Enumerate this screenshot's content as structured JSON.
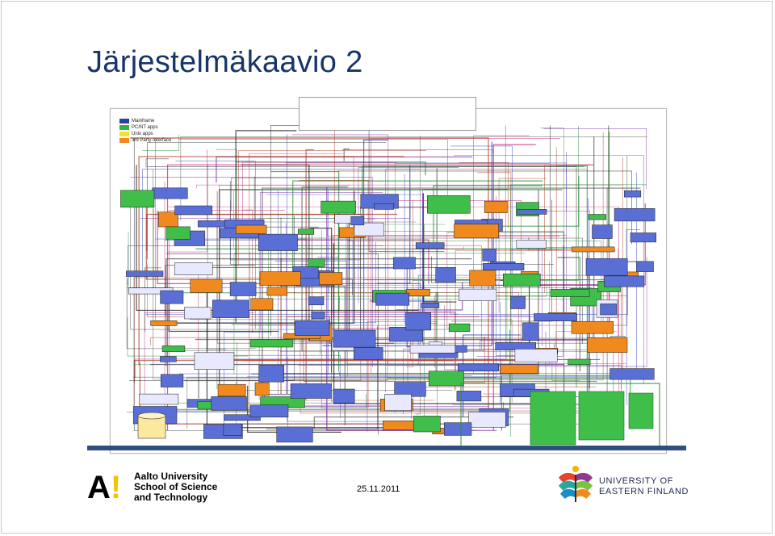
{
  "slide": {
    "title": "Järjestelmäkaavio 2",
    "date": "25.11.2011"
  },
  "diagram": {
    "legend": [
      {
        "label": "Mainframe",
        "color": "#2f3f9e"
      },
      {
        "label": "PC/NT apps",
        "color": "#2fb34a"
      },
      {
        "label": "Unix apps",
        "color": "#f4e22a"
      },
      {
        "label": "3rd Party Interface",
        "color": "#f08a1e"
      }
    ]
  },
  "logos": {
    "aalto": {
      "mark": "A",
      "mark_excl": "!",
      "line1": "Aalto University",
      "line2": "School of Science",
      "line3": "and Technology"
    },
    "uef": {
      "line1": "UNIVERSITY OF",
      "line2": "EASTERN FINLAND"
    }
  },
  "colors": {
    "title": "#17356b",
    "rule": "#2e4f7f",
    "node_blue": "#5a6fd6",
    "node_green": "#3fbf4a",
    "node_orange": "#f08a1e"
  }
}
